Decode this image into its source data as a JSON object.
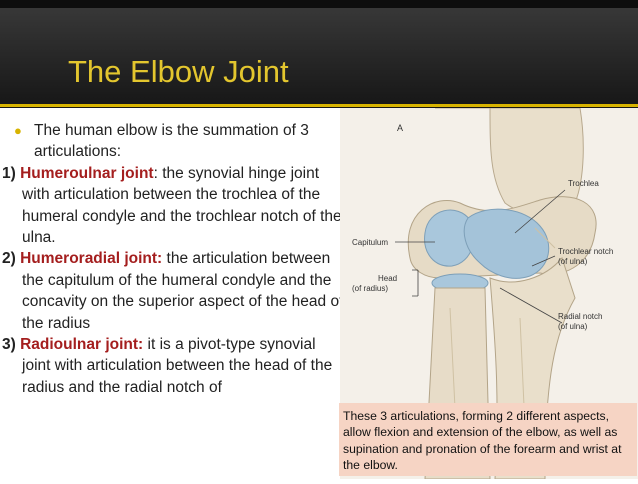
{
  "slide": {
    "title": "The Elbow Joint"
  },
  "text": {
    "intro": "The human elbow is the summation of 3 articulations:",
    "items": [
      {
        "num": "1) ",
        "term": "Humeroulnar joint",
        "sep": ": ",
        "rest": "the synovial hinge joint with articulation between the trochlea of the humeral condyle and the trochlear notch of the ulna."
      },
      {
        "num": "2) ",
        "term": "Humeroradial joint:",
        "sep": " ",
        "rest": "the articulation between the capitulum of the humeral condyle and the concavity on the superior aspect of the head of the radius"
      },
      {
        "num": "3) ",
        "term": "Radioulnar joint:",
        "sep": " ",
        "rest": "it is a pivot-type synovial joint with articulation between the head of the radius and the radial notch of"
      }
    ]
  },
  "figure": {
    "panel_letter": "A",
    "labels": {
      "trochlea": "Trochlea",
      "capitulum": "Capitulum",
      "head": "Head",
      "of_radius": "(of radius)",
      "trochlear_notch": "Trochlear notch",
      "of_ulna_1": "(of ulna)",
      "radial_notch": "Radial notch",
      "of_ulna_2": "(of ulna)"
    }
  },
  "caption": "These 3 articulations, forming 2 different aspects, allow flexion and extension of the elbow, as well as supination and pronation of the forearm and wrist at the elbow.",
  "colors": {
    "title": "#e3c62e",
    "accent": "#d7b300",
    "term": "#a41e1e",
    "caption_bg": "#f6d4c4",
    "cartilage": "#a9c7dc",
    "bone": "#e7dcc8"
  }
}
